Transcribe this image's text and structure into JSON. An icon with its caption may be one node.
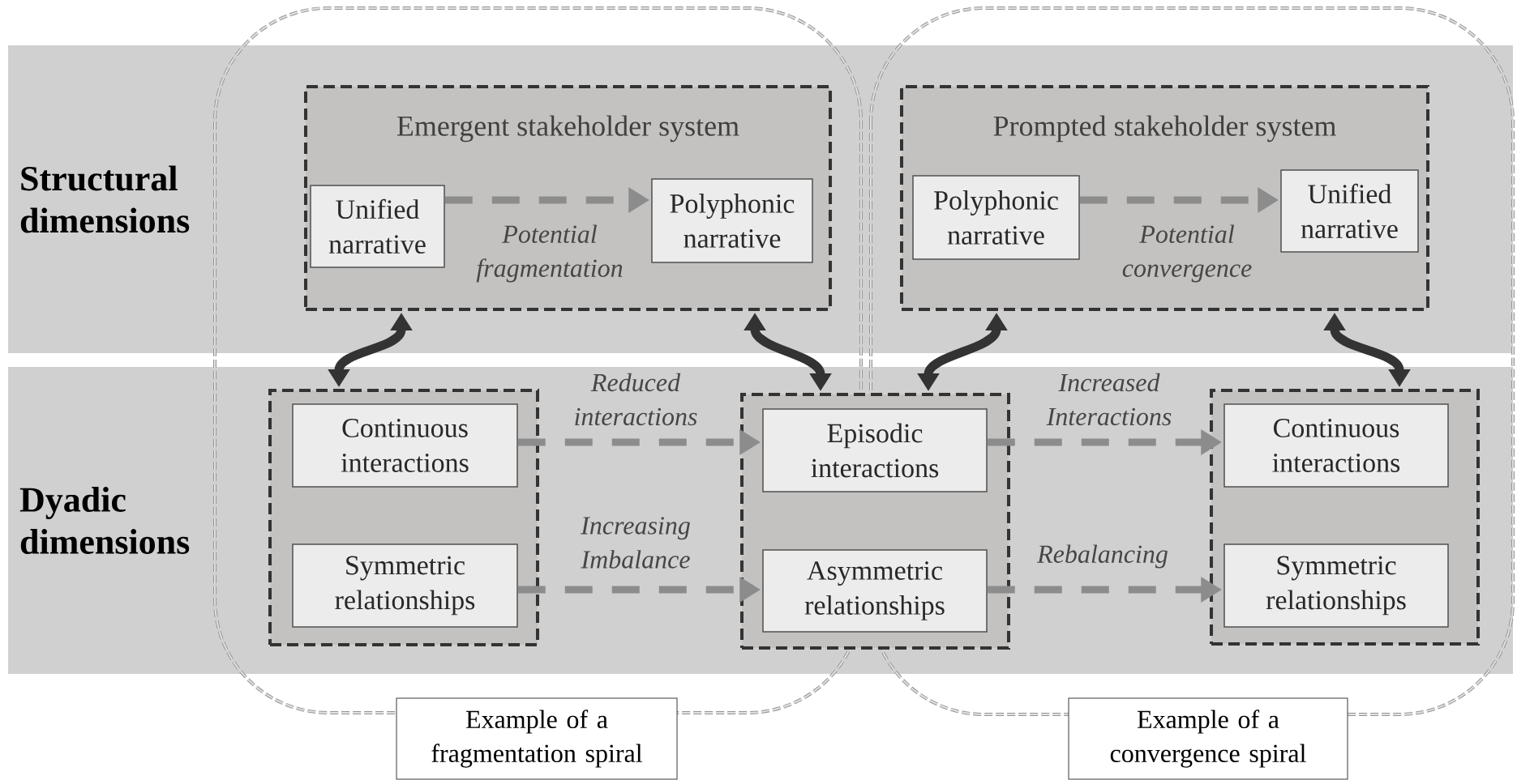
{
  "diagram": {
    "nodes": [
      {
        "text": [
          "Structural dimensions"
        ]
      },
      {
        "text": [
          "Dyadic dimensions"
        ]
      },
      {
        "text": [
          "Emergent stakeholder system"
        ],
        "in": 0
      },
      {
        "text": [
          "Unified narrative"
        ],
        "in": 2
      },
      {
        "text": [
          "Polyphonic narrative"
        ],
        "in": 2
      },
      {
        "text": [
          "Prompted stakeholder system"
        ],
        "in": 0
      },
      {
        "text": [
          "Polyphonic narrative"
        ],
        "in": 5
      },
      {
        "text": [
          "Unified narrative"
        ],
        "in": 5
      },
      {
        "text": [],
        "shape": "box",
        "in": 1
      },
      {
        "text": [
          "Continuous interactions"
        ],
        "in": 8
      },
      {
        "text": [
          "Symmetric relationships"
        ],
        "in": 8
      },
      {
        "text": [],
        "shape": "box",
        "in": 1
      },
      {
        "text": [
          "Episodic interactions"
        ],
        "in": 11
      },
      {
        "text": [
          "Asymmetric relationships"
        ],
        "in": 11
      },
      {
        "text": [],
        "shape": "box",
        "in": 1
      },
      {
        "text": [
          "Continuous interactions"
        ],
        "in": 14
      },
      {
        "text": [
          "Symmetric relationships"
        ],
        "in": 14
      },
      {
        "text": [
          "Example of a fragmentation spiral"
        ]
      },
      {
        "text": [
          "Example of a convergence spiral"
        ]
      }
    ],
    "edges": [
      {
        "from": 3,
        "to": 4,
        "arrow": "to",
        "label": "Potential fragmentation",
        "style": "dashed"
      },
      {
        "from": 6,
        "to": 7,
        "arrow": "to",
        "label": "Potential convergence",
        "style": "dashed"
      },
      {
        "from": 2,
        "to": 8,
        "arrow": "both",
        "color": "#333333"
      },
      {
        "from": 2,
        "to": 11,
        "arrow": "both",
        "color": "#333333"
      },
      {
        "from": 5,
        "to": 11,
        "arrow": "both",
        "color": "#333333"
      },
      {
        "from": 5,
        "to": 14,
        "arrow": "both",
        "color": "#333333"
      },
      {
        "from": 9,
        "to": 12,
        "arrow": "to",
        "label": "Reduced interactions",
        "style": "dashed"
      },
      {
        "from": 10,
        "to": 13,
        "arrow": "to",
        "label": "Increasing Imbalance",
        "style": "dashed"
      },
      {
        "from": 12,
        "to": 15,
        "arrow": "to",
        "label": "Increased Interactions",
        "style": "dashed"
      },
      {
        "from": 13,
        "to": 16,
        "arrow": "to",
        "label": "Rebalancing",
        "style": "dashed"
      }
    ]
  }
}
